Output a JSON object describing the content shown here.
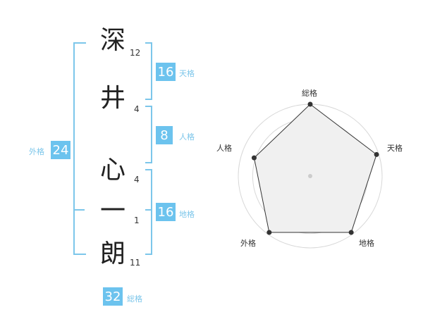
{
  "name_chars": [
    {
      "char": "深",
      "strokes": "12"
    },
    {
      "char": "井",
      "strokes": "4"
    },
    {
      "char": "心",
      "strokes": "4"
    },
    {
      "char": "一",
      "strokes": "1"
    },
    {
      "char": "朗",
      "strokes": "11"
    }
  ],
  "fortunes": {
    "tenkaku": {
      "value": "16",
      "label": "天格"
    },
    "jinkaku": {
      "value": "8",
      "label": "人格"
    },
    "chikaku": {
      "value": "16",
      "label": "地格"
    },
    "gaikaku": {
      "value": "24",
      "label": "外格"
    },
    "soukaku": {
      "value": "32",
      "label": "総格"
    }
  },
  "radar": {
    "axes": [
      "総格",
      "天格",
      "地格",
      "外格",
      "人格"
    ],
    "values": [
      1.0,
      0.97,
      0.97,
      0.97,
      0.82
    ],
    "levels": 5
  }
}
